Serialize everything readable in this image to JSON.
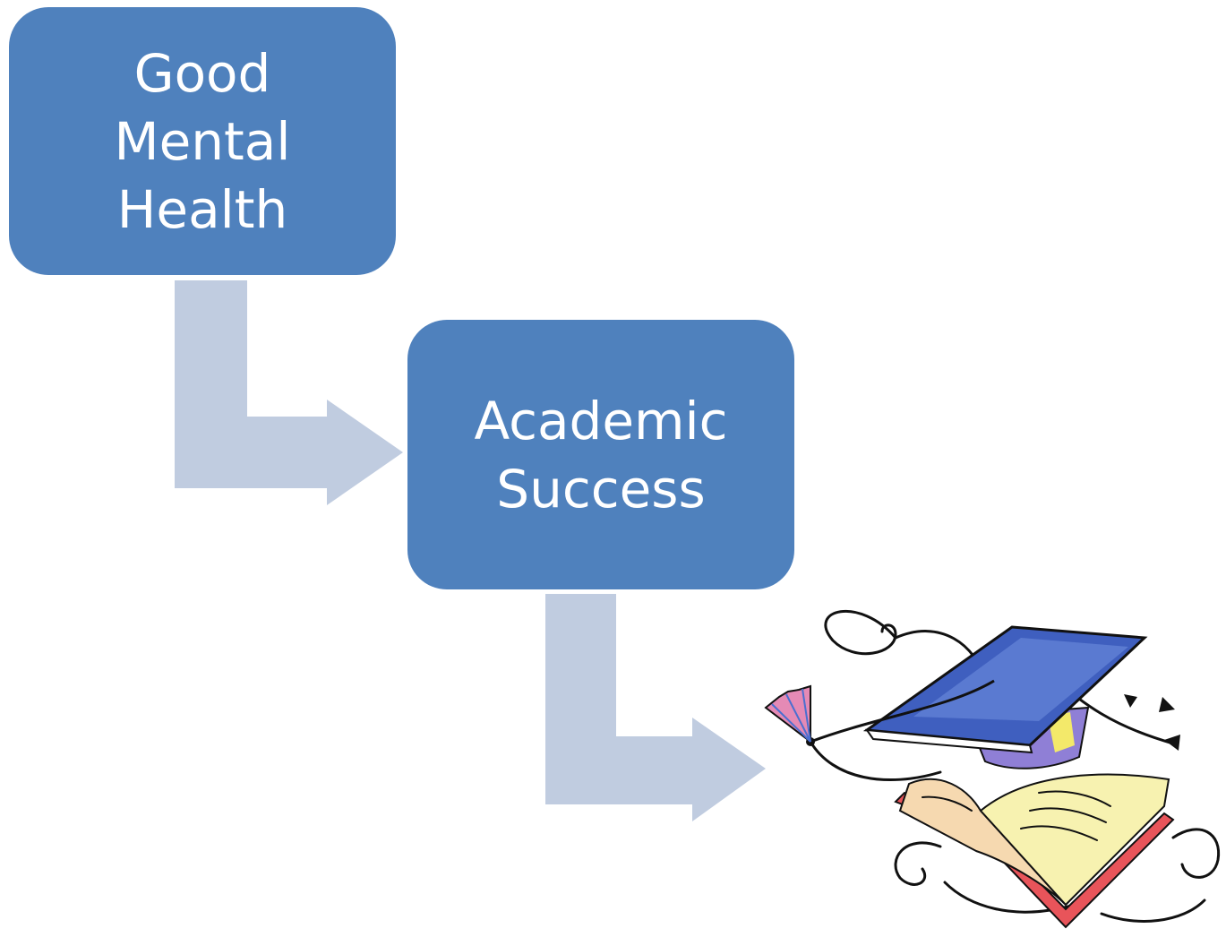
{
  "steps": [
    {
      "lines": [
        "Good",
        "Mental",
        "Health"
      ]
    },
    {
      "lines": [
        "Academic",
        "Success"
      ]
    }
  ],
  "clipart": {
    "depicts": "graduation-cap-and-open-book"
  },
  "colors": {
    "box_fill": "#4f81bd",
    "box_text": "#ffffff",
    "arrow_fill": "#c0cce0",
    "cap_blue": "#3f5fbf",
    "book_yellow": "#f7f2b0",
    "book_red": "#e8545a"
  }
}
